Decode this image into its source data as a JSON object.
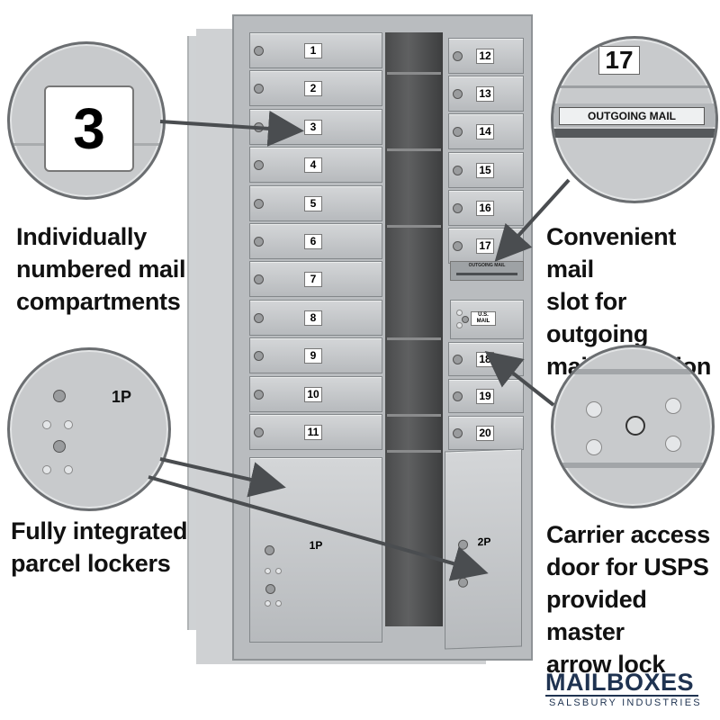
{
  "callouts": {
    "numbered": {
      "digit": "3",
      "label": "Individually\nnumbered mail\ncompartments"
    },
    "outgoing": {
      "number": "17",
      "slot_text": "OUTGOING MAIL",
      "label": "Convenient mail\nslot for outgoing\nmail collection"
    },
    "parcel": {
      "tag": "1P",
      "label": "Fully integrated\nparcel lockers"
    },
    "carrier": {
      "label": "Carrier access\ndoor for USPS\nprovided master\narrow lock"
    }
  },
  "cabinet": {
    "left_doors": [
      "1",
      "2",
      "3",
      "4",
      "5",
      "6",
      "7",
      "8",
      "9",
      "10",
      "11"
    ],
    "right_doors": [
      "12",
      "13",
      "14",
      "15",
      "16",
      "17"
    ],
    "right_doors_lower": [
      "18",
      "19",
      "20"
    ],
    "parcel_left": "1P",
    "parcel_right": "2P",
    "slot_small": "OUTGOING MAIL",
    "usps_tag": "U.S. MAIL"
  },
  "brand": {
    "name": "MAILBOXES",
    "tagline": "SALSBURY INDUSTRIES"
  },
  "colors": {
    "brand": "#1f3351",
    "metal": "#c2c5c8",
    "arrow": "#4a4d50"
  }
}
